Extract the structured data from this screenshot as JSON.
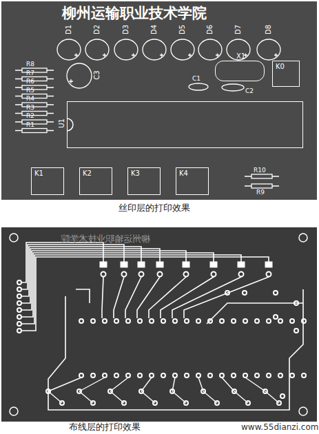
{
  "diagram": {
    "title": "柳州运输职业技术学院",
    "nodes": [
      {
        "text": [
          "X1"
        ]
      },
      {
        "text": [
          "K0"
        ]
      },
      {
        "text": [
          "U1"
        ]
      },
      {
        "text": [
          "K1"
        ]
      },
      {
        "text": [
          "K2"
        ]
      },
      {
        "text": [
          "K3"
        ]
      },
      {
        "text": [
          "K4"
        ]
      }
    ],
    "labels": [
      "D1",
      "D2",
      "D3",
      "D4",
      "D5",
      "D6",
      "D7",
      "D8",
      "C3",
      "R8",
      "R7",
      "R6",
      "R5",
      "R4",
      "R3",
      "R2",
      "R1",
      "C1",
      "C2",
      "R10",
      "R9",
      "丝印层的打印效果",
      "柳州运输职业技术学院",
      "布线层的打印效果",
      "www.55dianzi.com"
    ]
  }
}
